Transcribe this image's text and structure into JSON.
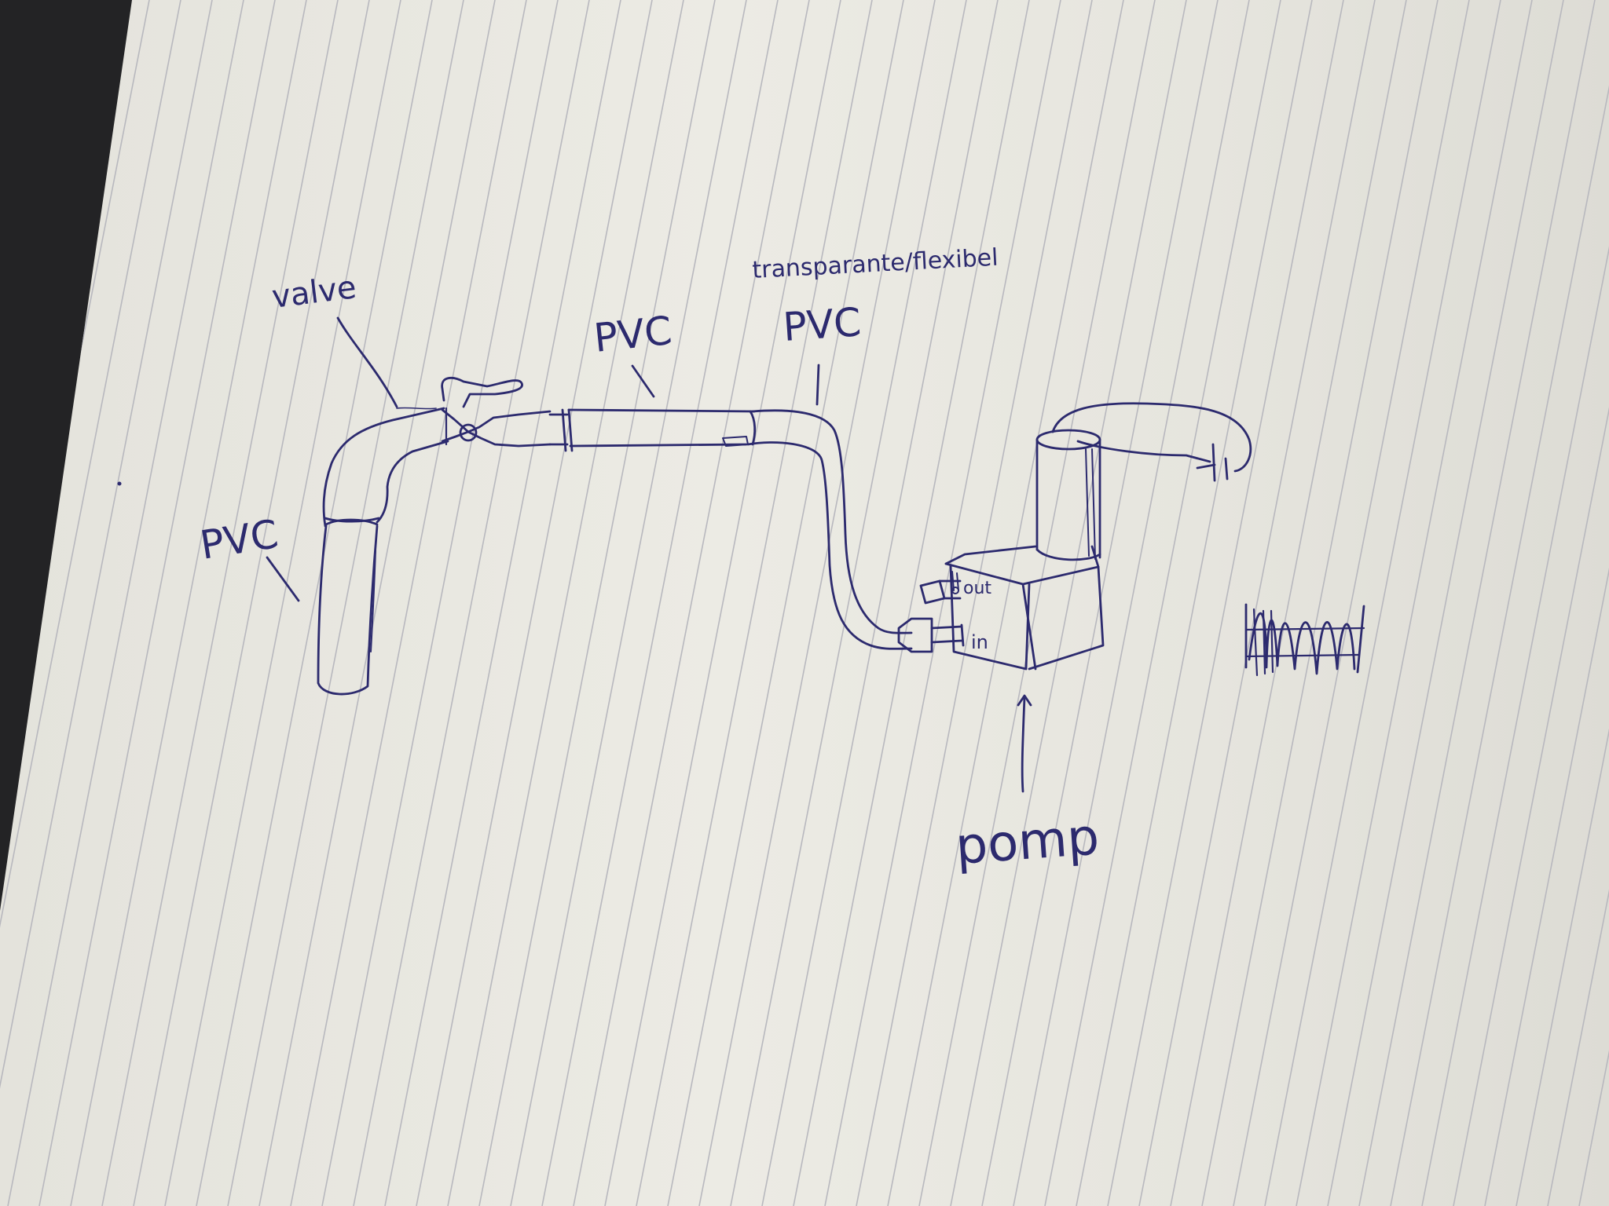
{
  "labels": {
    "valve": "valve",
    "pvc_vertical": "PVC",
    "pvc_rigid": "PVC",
    "flexible_note": "transparante/flexibel",
    "pvc_flexible": "PVC",
    "pump_out": "out",
    "pump_in": "in",
    "pump": "pomp"
  },
  "colors": {
    "ink": "#2c2a6e",
    "paper": "#ecebe4",
    "rule_line": "#b8b8be",
    "background": "#1c1c1e"
  }
}
